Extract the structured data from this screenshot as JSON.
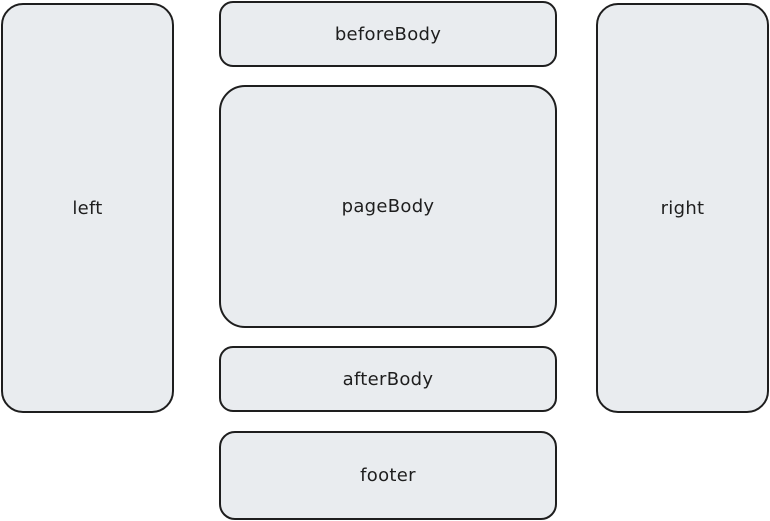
{
  "diagram": {
    "regions": {
      "left": "left",
      "right": "right",
      "before_body": "beforeBody",
      "page_body": "pageBody",
      "after_body": "afterBody",
      "footer": "footer"
    },
    "colors": {
      "fill": "#e9ecef",
      "stroke": "#1e1e1e",
      "background": "#ffffff"
    }
  }
}
